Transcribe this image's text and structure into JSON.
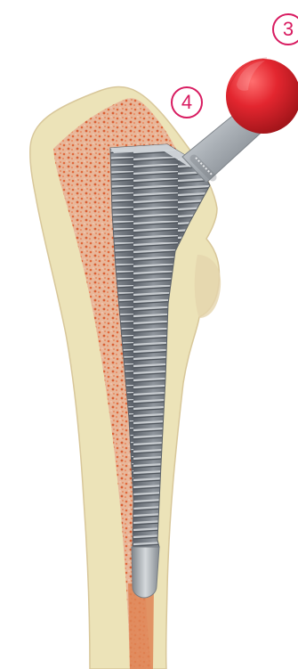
{
  "diagram": {
    "callouts": [
      {
        "id": "4",
        "label": "4"
      },
      {
        "id": "3",
        "label": "3"
      }
    ],
    "colors": {
      "callout": "#d81b60",
      "cortical_bone": "#ece3b8",
      "cancellous_bone": "#e7a07a",
      "implant_stem": "#7b8087",
      "implant_stem_highlight": "#c4c8cd",
      "tip": "#a9aeb4",
      "neck": "#b7bbc0",
      "head": "#d8232a"
    },
    "icons": {
      "stem": "implant-stem-icon",
      "head": "femoral-head-icon",
      "bone": "femur-bone-icon"
    }
  }
}
